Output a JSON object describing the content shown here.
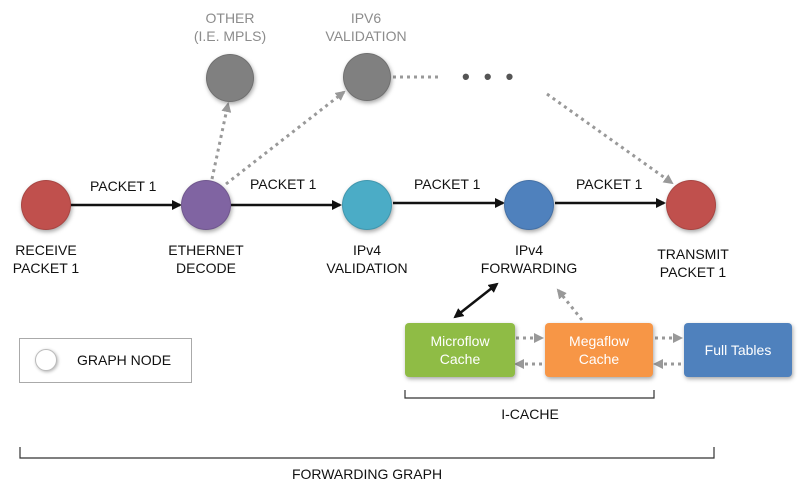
{
  "nodes": {
    "receive": {
      "label": "RECEIVE\nPACKET 1",
      "color": "#c0504d"
    },
    "ethernet": {
      "label": "ETHERNET\nDECODE",
      "color": "#8064a2"
    },
    "ipv4_validation": {
      "label": "IPv4\nVALIDATION",
      "color": "#4bacc6"
    },
    "ipv4_forwarding": {
      "label": "IPv4\nFORWARDING",
      "color": "#4f81bd"
    },
    "transmit": {
      "label": "TRANSMIT\nPACKET 1",
      "color": "#c0504d"
    },
    "other": {
      "label": "OTHER\n(I.E. MPLS)",
      "color": "#808080"
    },
    "ipv6": {
      "label": "IPV6\nVALIDATION",
      "color": "#808080"
    }
  },
  "edges": {
    "e1": "PACKET 1",
    "e2": "PACKET 1",
    "e3": "PACKET 1",
    "e4": "PACKET 1"
  },
  "ellipsis": "• • •",
  "caches": {
    "microflow": {
      "label": "Microflow\nCache",
      "color": "#8fbc45"
    },
    "megaflow": {
      "label": "Megaflow\nCache",
      "color": "#f79646"
    },
    "full_tables": {
      "label": "Full Tables",
      "color": "#4f81bd"
    }
  },
  "legend": {
    "label": "GRAPH NODE"
  },
  "brackets": {
    "icache": "I-CACHE",
    "forwarding_graph": "FORWARDING GRAPH"
  }
}
